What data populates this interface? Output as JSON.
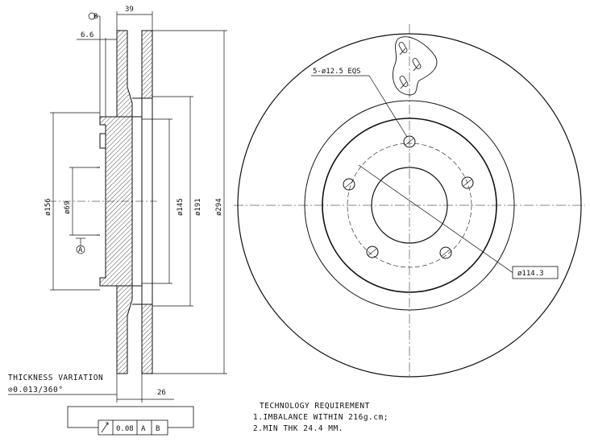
{
  "dimensions": {
    "overall_width": "39",
    "offset": "6.6",
    "hub_face": "26",
    "d156": "ø156",
    "d69": "ø69",
    "d145": "ø145",
    "d191": "ø191",
    "d294": "ø294",
    "bolt_holes": "5-ø12.5 EQS",
    "pcd": "ø114.3"
  },
  "datums": {
    "a": "A",
    "b": "B"
  },
  "thickness_variation": {
    "title": "THICKNESS VARIATION",
    "value": "⊘0.013/360°"
  },
  "tolerance_frame": {
    "value": "0.08",
    "datum1": "A",
    "datum2": "B"
  },
  "technology": {
    "title": "TECHNOLOGY REQUIREMENT",
    "line1": "1.IMBALANCE WITHIN 216g.cm;",
    "line2": "2.MIN THK 24.4 MM."
  }
}
